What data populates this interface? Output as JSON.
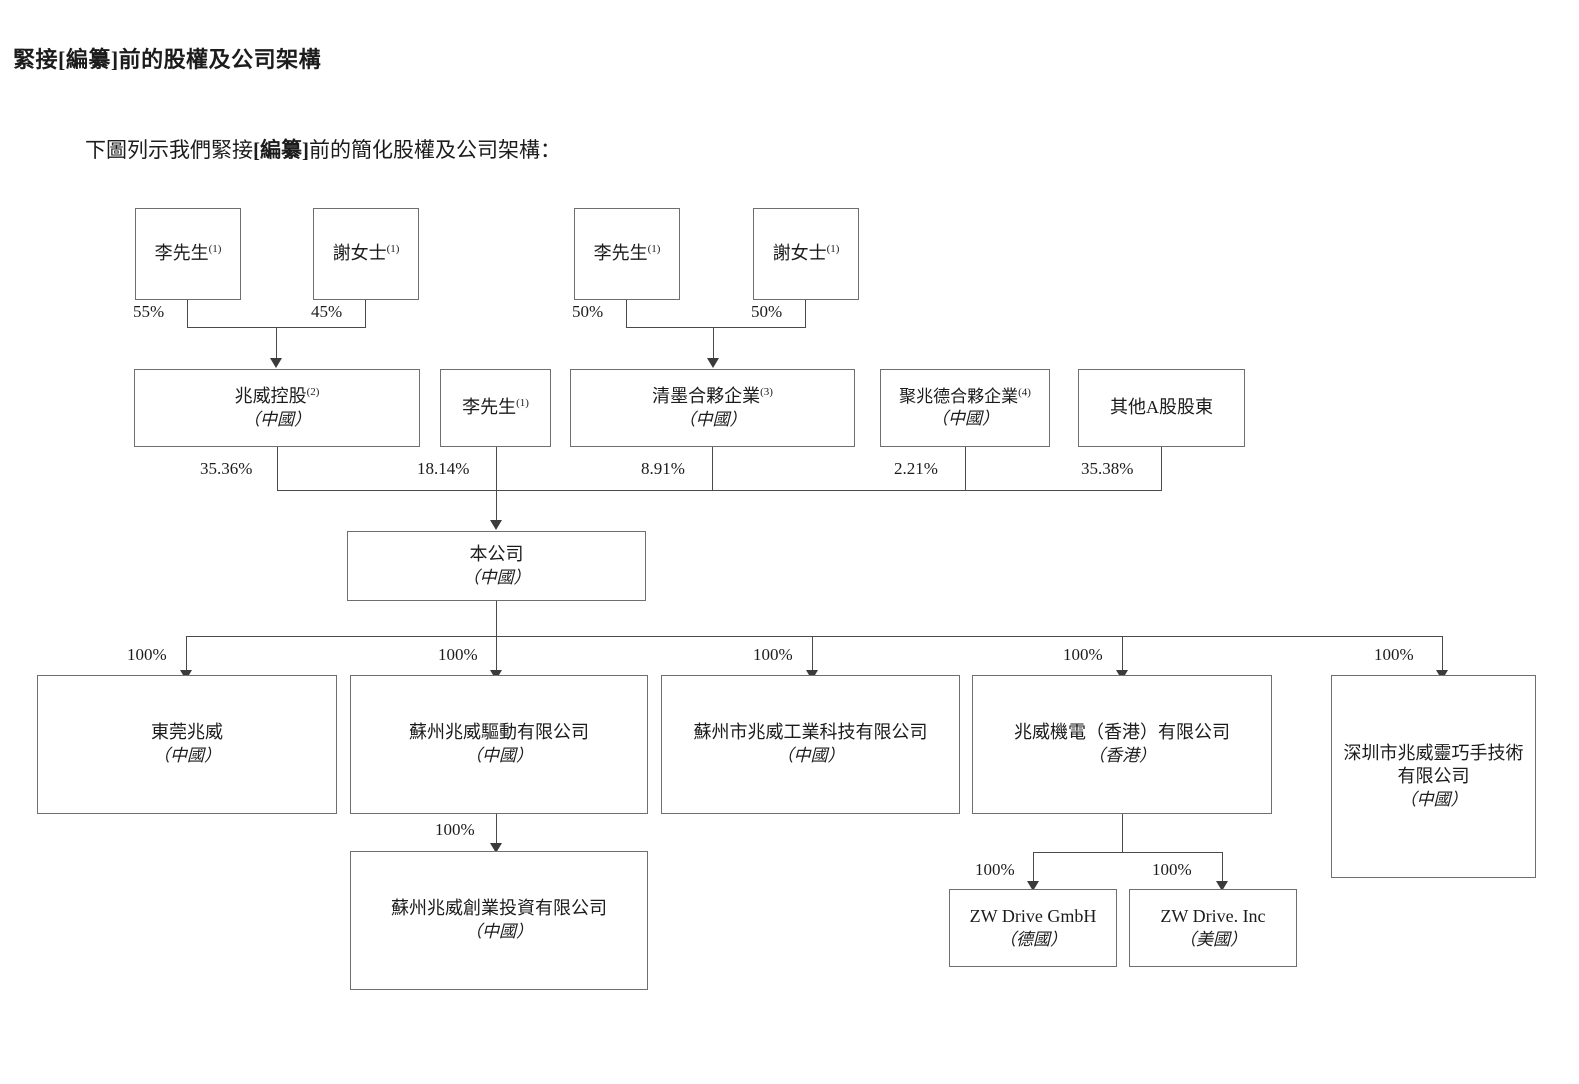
{
  "page": {
    "section_title": "緊接[編纂]前的股權及公司架構",
    "lead_prefix": "下圖列示我們緊接",
    "lead_bracket": "[編纂]",
    "lead_suffix": "前的簡化股權及公司架構："
  },
  "chart_data": {
    "type": "diagram",
    "title": "緊接[編纂]前的簡化股權及公司架構",
    "nodes": {
      "li_left": {
        "name": "李先生",
        "note": "(1)",
        "juris": ""
      },
      "xie_left": {
        "name": "謝女士",
        "note": "(1)",
        "juris": ""
      },
      "li_right": {
        "name": "李先生",
        "note": "(1)",
        "juris": ""
      },
      "xie_right": {
        "name": "謝女士",
        "note": "(1)",
        "juris": ""
      },
      "zhaowei_holding": {
        "name": "兆威控股",
        "note": "(2)",
        "juris": "（中國）"
      },
      "li_direct": {
        "name": "李先生",
        "note": "(1)",
        "juris": ""
      },
      "qingmo": {
        "name": "清墨合夥企業",
        "note": "(3)",
        "juris": "（中國）"
      },
      "juzhaode": {
        "name": "聚兆德合夥企業",
        "note": "(4)",
        "juris": "（中國）"
      },
      "other_a_shares": {
        "name": "其他A股股東",
        "note": "",
        "juris": ""
      },
      "company": {
        "name": "本公司",
        "note": "",
        "juris": "（中國）"
      },
      "dongguan": {
        "name": "東莞兆威",
        "note": "",
        "juris": "（中國）"
      },
      "suzhou_drive": {
        "name": "蘇州兆威驅動有限公司",
        "note": "",
        "juris": "（中國）"
      },
      "suzhou_industrial": {
        "name": "蘇州市兆威工業科技有限公司",
        "note": "",
        "juris": "（中國）"
      },
      "zw_hk": {
        "name": "兆威機電（香港）有限公司",
        "note": "",
        "juris": "（香港）"
      },
      "shenzhen_hand": {
        "name": "深圳市兆威靈巧手技術有限公司",
        "note": "",
        "juris": "（中國）"
      },
      "suzhou_venture": {
        "name": "蘇州兆威創業投資有限公司",
        "note": "",
        "juris": "（中國）"
      },
      "zw_gmbh": {
        "name": "ZW Drive GmbH",
        "note": "",
        "juris": "（德國）"
      },
      "zw_inc": {
        "name": "ZW Drive. Inc",
        "note": "",
        "juris": "（美國）"
      }
    },
    "edges": [
      {
        "from": "li_left",
        "to": "zhaowei_holding",
        "label": "55%"
      },
      {
        "from": "xie_left",
        "to": "zhaowei_holding",
        "label": "45%"
      },
      {
        "from": "li_right",
        "to": "qingmo",
        "label": "50%"
      },
      {
        "from": "xie_right",
        "to": "qingmo",
        "label": "50%"
      },
      {
        "from": "zhaowei_holding",
        "to": "company",
        "label": "35.36%"
      },
      {
        "from": "li_direct",
        "to": "company",
        "label": "18.14%"
      },
      {
        "from": "qingmo",
        "to": "company",
        "label": "8.91%"
      },
      {
        "from": "juzhaode",
        "to": "company",
        "label": "2.21%"
      },
      {
        "from": "other_a_shares",
        "to": "company",
        "label": "35.38%"
      },
      {
        "from": "company",
        "to": "dongguan",
        "label": "100%"
      },
      {
        "from": "company",
        "to": "suzhou_drive",
        "label": "100%"
      },
      {
        "from": "company",
        "to": "suzhou_industrial",
        "label": "100%"
      },
      {
        "from": "company",
        "to": "zw_hk",
        "label": "100%"
      },
      {
        "from": "company",
        "to": "shenzhen_hand",
        "label": "100%"
      },
      {
        "from": "suzhou_drive",
        "to": "suzhou_venture",
        "label": "100%"
      },
      {
        "from": "zw_hk",
        "to": "zw_gmbh",
        "label": "100%"
      },
      {
        "from": "zw_hk",
        "to": "zw_inc",
        "label": "100%"
      }
    ],
    "percent_labels": {
      "p55": "55%",
      "p45": "45%",
      "p50a": "50%",
      "p50b": "50%",
      "p3536": "35.36%",
      "p1814": "18.14%",
      "p891": "8.91%",
      "p221": "2.21%",
      "p3538": "35.38%",
      "h1": "100%",
      "h2": "100%",
      "h3": "100%",
      "h4": "100%",
      "h5": "100%",
      "h6": "100%",
      "h7": "100%",
      "h8": "100%"
    }
  }
}
